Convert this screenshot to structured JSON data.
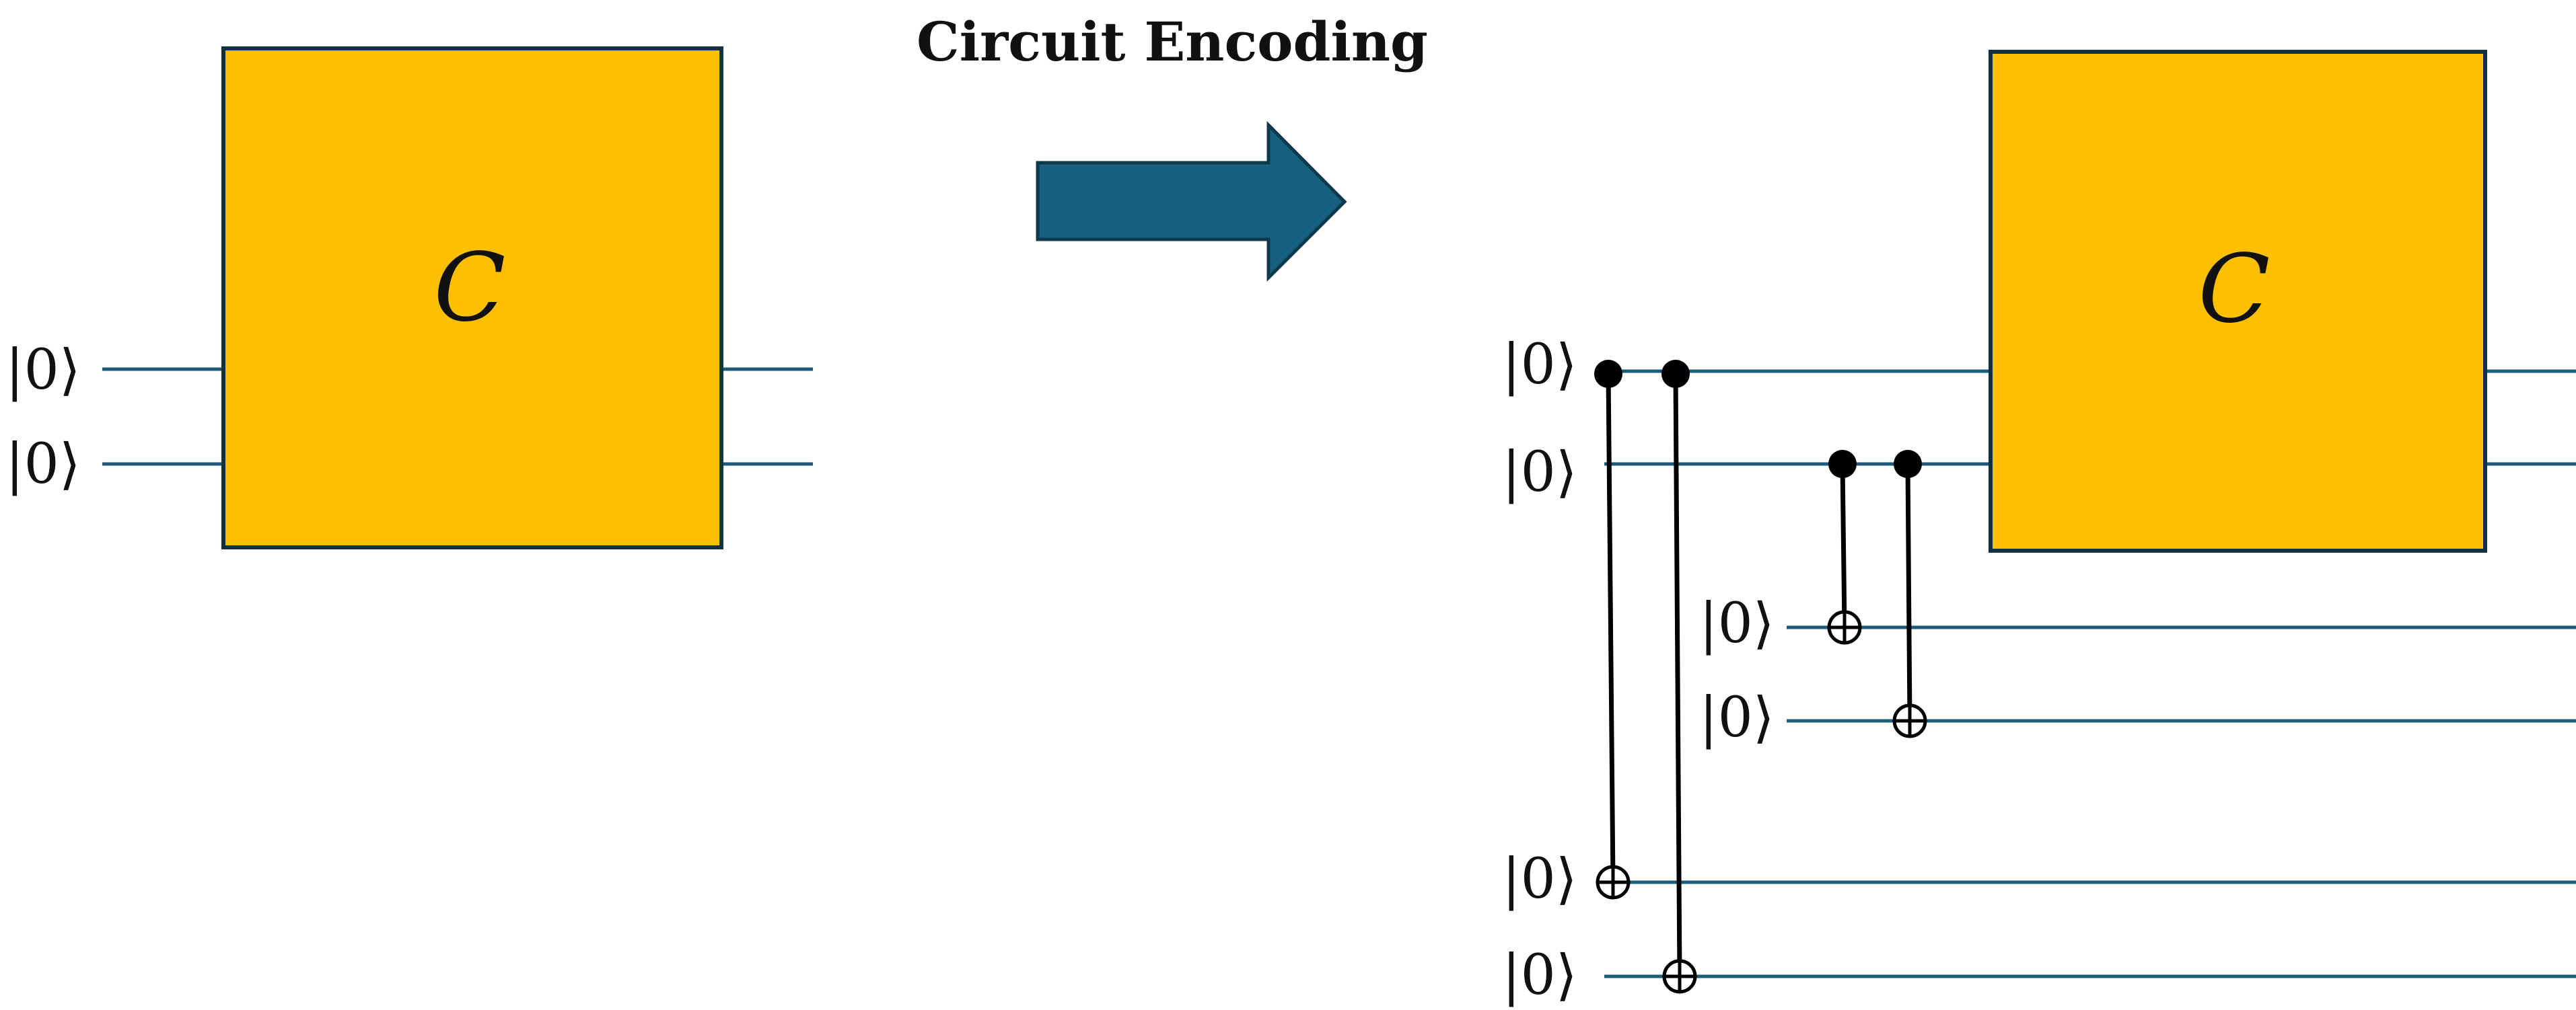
{
  "title": "Circuit Encoding",
  "ket_label": "|0⟩",
  "gate_label": "C",
  "colors": {
    "gate_fill": "#FDC000",
    "gate_stroke": "#0F3142",
    "wire": "#1B5A7A",
    "arrow_fill": "#17607F",
    "arrow_stroke": "#0F3A4E",
    "control": "#000000"
  },
  "icons": {
    "transform_arrow": "right-arrow-icon",
    "control": "filled-dot",
    "target": "oplus-target"
  },
  "left_circuit": {
    "qubits": 2,
    "gate": "C",
    "inputs": [
      "|0⟩",
      "|0⟩"
    ]
  },
  "right_circuit": {
    "data_qubits": 2,
    "ancilla_qubits": 4,
    "gate": "C",
    "inputs": [
      "|0⟩",
      "|0⟩",
      "|0⟩",
      "|0⟩",
      "|0⟩",
      "|0⟩"
    ],
    "cnots": [
      {
        "control": "data-1",
        "target": "ancilla-3"
      },
      {
        "control": "data-1",
        "target": "ancilla-4"
      },
      {
        "control": "data-2",
        "target": "ancilla-1"
      },
      {
        "control": "data-2",
        "target": "ancilla-2"
      }
    ]
  }
}
